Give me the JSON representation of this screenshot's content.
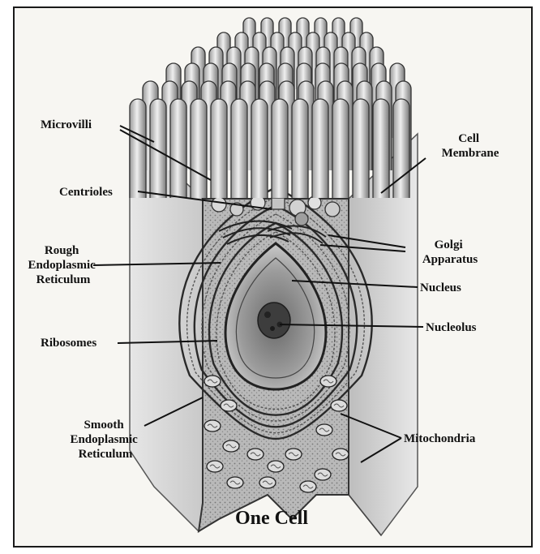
{
  "labels": {
    "microvilli": "Microvilli",
    "centrioles": "Centrioles",
    "rough_er": [
      "Rough",
      "Endoplasmic",
      "Reticulum"
    ],
    "ribosomes": "Ribosomes",
    "smooth_er": [
      "Smooth",
      "Endoplasmic",
      "Reticulum"
    ],
    "cell_membrane": [
      "Cell",
      "Membrane"
    ],
    "golgi": [
      "Golgi",
      "Apparatus"
    ],
    "nucleus": "Nucleus",
    "nucleolus": "Nucleolus",
    "mitochondria": "Mitochondria"
  },
  "caption": "One Cell"
}
